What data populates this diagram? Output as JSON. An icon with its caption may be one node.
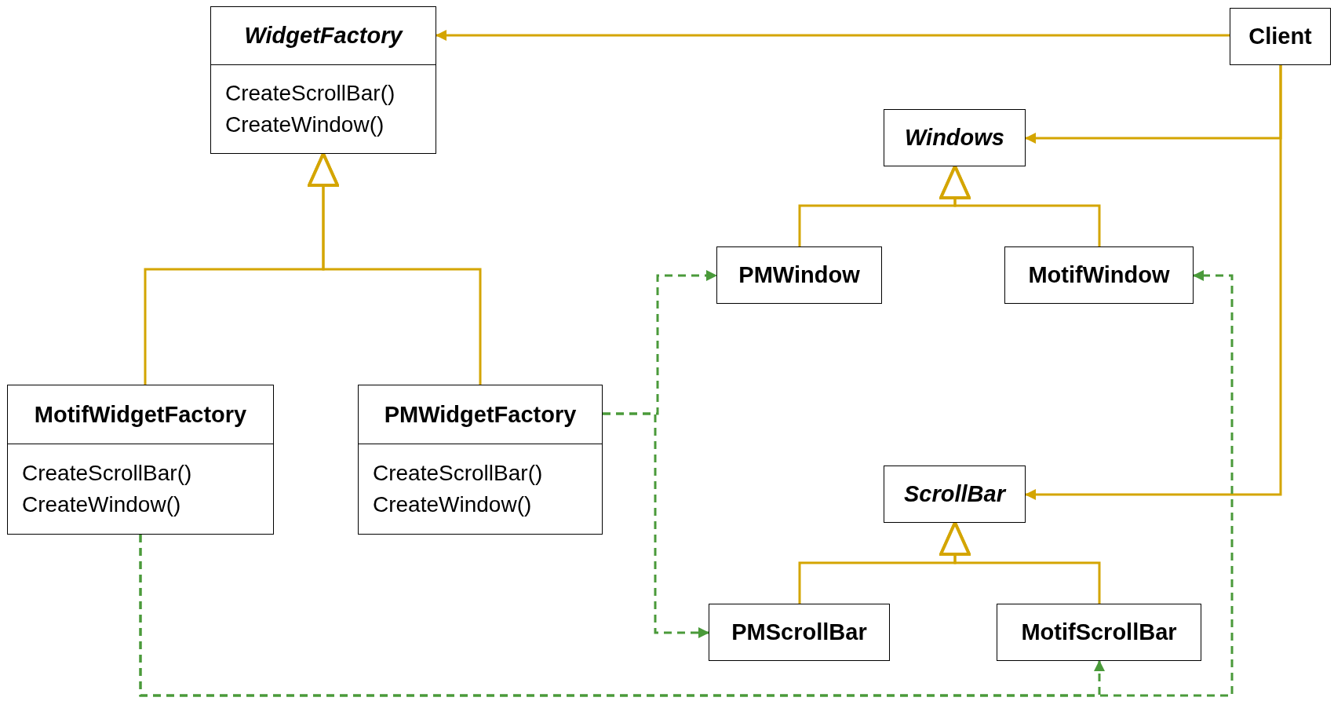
{
  "diagram": {
    "nodes": [
      {
        "text": [
          "WidgetFactory",
          "CreateScrollBar()",
          "CreateWindow()"
        ]
      },
      {
        "text": [
          "Client"
        ]
      },
      {
        "text": [
          "Windows"
        ]
      },
      {
        "text": [
          "PMWindow"
        ]
      },
      {
        "text": [
          "MotifWindow"
        ]
      },
      {
        "text": [
          "MotifWidgetFactory",
          "CreateScrollBar()",
          "CreateWindow()"
        ]
      },
      {
        "text": [
          "PMWidgetFactory",
          "CreateScrollBar()",
          "CreateWindow()"
        ]
      },
      {
        "text": [
          "ScrollBar"
        ]
      },
      {
        "text": [
          "PMScrollBar"
        ]
      },
      {
        "text": [
          "MotifScrollBar"
        ]
      }
    ],
    "edges": [
      {
        "from": 1,
        "to": 0,
        "arrow": "to"
      },
      {
        "from": 1,
        "to": 2,
        "arrow": "to"
      },
      {
        "from": 1,
        "to": 7,
        "arrow": "to"
      },
      {
        "from": 5,
        "to": 0,
        "arrow": "to"
      },
      {
        "from": 6,
        "to": 0,
        "arrow": "to"
      },
      {
        "from": 3,
        "to": 2,
        "arrow": "to"
      },
      {
        "from": 4,
        "to": 2,
        "arrow": "to"
      },
      {
        "from": 8,
        "to": 7,
        "arrow": "to"
      },
      {
        "from": 9,
        "to": 7,
        "arrow": "to"
      },
      {
        "from": 6,
        "to": 3,
        "arrow": "to",
        "style": "dashed",
        "color": "#4a9a3a"
      },
      {
        "from": 6,
        "to": 8,
        "arrow": "to",
        "style": "dashed",
        "color": "#4a9a3a"
      },
      {
        "from": 5,
        "to": 9,
        "arrow": "to",
        "style": "dashed",
        "color": "#4a9a3a"
      },
      {
        "from": 5,
        "to": 4,
        "arrow": "to",
        "style": "dashed",
        "color": "#4a9a3a"
      }
    ]
  }
}
